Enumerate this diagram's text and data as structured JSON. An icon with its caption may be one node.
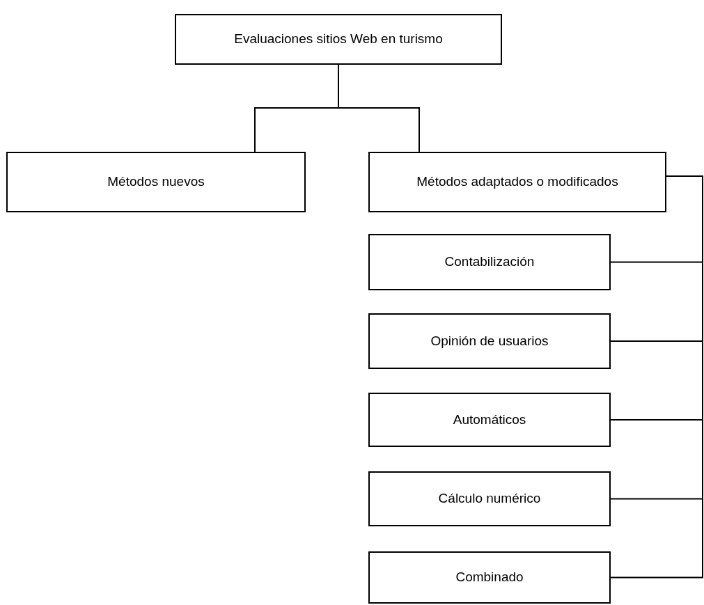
{
  "diagram": {
    "nodes": [
      {
        "text": [
          "Evaluaciones sitios Web en turismo"
        ]
      },
      {
        "text": [
          "Métodos nuevos"
        ]
      },
      {
        "text": [
          "Métodos adaptados o modificados"
        ]
      },
      {
        "text": [
          "Contabilización"
        ]
      },
      {
        "text": [
          "Opinión de usuarios"
        ]
      },
      {
        "text": [
          "Automáticos"
        ]
      },
      {
        "text": [
          "Cálculo numérico"
        ]
      },
      {
        "text": [
          "Combinado"
        ]
      }
    ],
    "edges": [
      {
        "from": 0,
        "to": 1,
        "arrow": "none"
      },
      {
        "from": 0,
        "to": 2,
        "arrow": "none"
      },
      {
        "from": 2,
        "to": 3,
        "arrow": "none"
      },
      {
        "from": 2,
        "to": 4,
        "arrow": "none"
      },
      {
        "from": 2,
        "to": 5,
        "arrow": "none"
      },
      {
        "from": 2,
        "to": 6,
        "arrow": "none"
      },
      {
        "from": 2,
        "to": 7,
        "arrow": "none"
      }
    ]
  }
}
